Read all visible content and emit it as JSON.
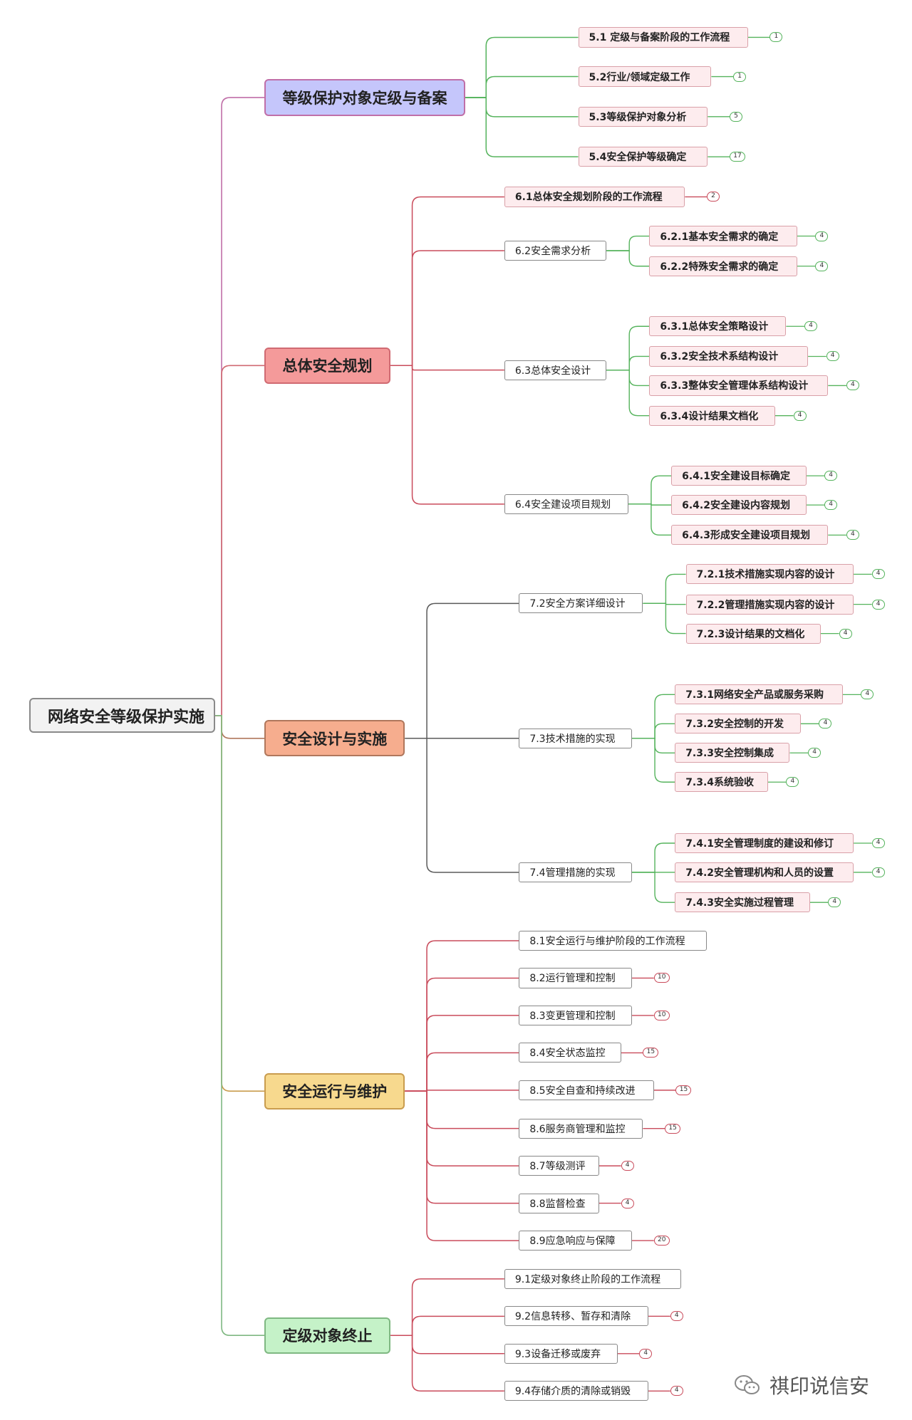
{
  "root": "网络安全等级保护实施",
  "branches": [
    {
      "label": "等级保护对象定级与备案",
      "fill": "#c5c6fb",
      "border": "#c06fa8",
      "line": "#55b35c",
      "children": [
        {
          "label": "5.1 定级与备案阶段的工作流程",
          "badge": "1"
        },
        {
          "label": "5.2行业/领域定级工作",
          "badge": "1"
        },
        {
          "label": "5.3等级保护对象分析",
          "badge": "5"
        },
        {
          "label": "5.4安全保护等级确定",
          "badge": "17"
        }
      ]
    },
    {
      "label": "总体安全规划",
      "fill": "#f49a9a",
      "border": "#d06a72",
      "line": "#c94b5b",
      "children": [
        {
          "label": "6.1总体安全规划阶段的工作流程",
          "badge": "2",
          "leafstyle": true
        },
        {
          "label": "6.2安全需求分析",
          "children": [
            {
              "label": "6.2.1基本安全需求的确定",
              "badge": "4"
            },
            {
              "label": "6.2.2特殊安全需求的确定",
              "badge": "4"
            }
          ]
        },
        {
          "label": "6.3总体安全设计",
          "children": [
            {
              "label": "6.3.1总体安全策略设计",
              "badge": "4"
            },
            {
              "label": "6.3.2安全技术系结构设计",
              "badge": "4"
            },
            {
              "label": "6.3.3整体安全管理体系结构设计",
              "badge": "4"
            },
            {
              "label": "6.3.4设计结果文档化",
              "badge": "4"
            }
          ]
        },
        {
          "label": "6.4安全建设项目规划",
          "children": [
            {
              "label": "6.4.1安全建设目标确定",
              "badge": "4"
            },
            {
              "label": "6.4.2安全建设内容规划",
              "badge": "4"
            },
            {
              "label": "6.4.3形成安全建设项目规划",
              "badge": "4"
            }
          ]
        }
      ]
    },
    {
      "label": "安全设计与实施",
      "fill": "#f6ad8e",
      "border": "#b0775c",
      "line": "#5a5a5a",
      "children": [
        {
          "label": "7.2安全方案详细设计",
          "children": [
            {
              "label": "7.2.1技术措施实现内容的设计",
              "badge": "4"
            },
            {
              "label": "7.2.2管理措施实现内容的设计",
              "badge": "4"
            },
            {
              "label": "7.2.3设计结果的文档化",
              "badge": "4"
            }
          ]
        },
        {
          "label": "7.3技术措施的实现",
          "children": [
            {
              "label": "7.3.1网络安全产品或服务采购",
              "badge": "4"
            },
            {
              "label": "7.3.2安全控制的开发",
              "badge": "4"
            },
            {
              "label": "7.3.3安全控制集成",
              "badge": "4"
            },
            {
              "label": "7.3.4系统验收",
              "badge": "4"
            }
          ]
        },
        {
          "label": "7.4管理措施的实现",
          "children": [
            {
              "label": "7.4.1安全管理制度的建设和修订",
              "badge": "4"
            },
            {
              "label": "7.4.2安全管理机构和人员的设置",
              "badge": "4"
            },
            {
              "label": "7.4.3安全实施过程管理",
              "badge": "4"
            }
          ]
        }
      ]
    },
    {
      "label": "安全运行与维护",
      "fill": "#f7d98e",
      "border": "#c99c4e",
      "line": "#c94b5b",
      "children": [
        {
          "label": "8.1安全运行与维护阶段的工作流程"
        },
        {
          "label": "8.2运行管理和控制",
          "badge": "10"
        },
        {
          "label": "8.3变更管理和控制",
          "badge": "10"
        },
        {
          "label": "8.4安全状态监控",
          "badge": "15"
        },
        {
          "label": "8.5安全自查和持续改进",
          "badge": "15"
        },
        {
          "label": "8.6服务商管理和监控",
          "badge": "15"
        },
        {
          "label": "8.7等级测评",
          "badge": "4"
        },
        {
          "label": "8.8监督检查",
          "badge": "4"
        },
        {
          "label": "8.9应急响应与保障",
          "badge": "20"
        }
      ]
    },
    {
      "label": "定级对象终止",
      "fill": "#c5f2c8",
      "border": "#7fb882",
      "line": "#c94b5b",
      "children": [
        {
          "label": "9.1定级对象终止阶段的工作流程"
        },
        {
          "label": "9.2信息转移、暂存和清除",
          "badge": "4"
        },
        {
          "label": "9.3设备迁移或废弃",
          "badge": "4"
        },
        {
          "label": "9.4存储介质的清除或销毁",
          "badge": "4"
        }
      ]
    }
  ],
  "watermark": "祺印说信安"
}
